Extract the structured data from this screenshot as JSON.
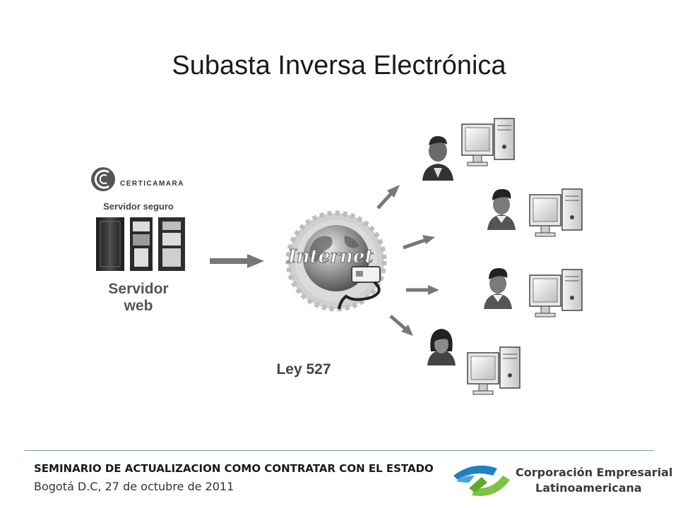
{
  "slide": {
    "title": "Subasta Inversa Electrónica"
  },
  "diagram": {
    "server": {
      "brand": "CERTICAMARA",
      "caption": "Servidor seguro",
      "label_line1": "Servidor",
      "label_line2": "web"
    },
    "internet": {
      "label": "Internet"
    },
    "law": "Ley 527",
    "clients": [
      "user-suit",
      "user-man",
      "user-man-2",
      "user-woman"
    ]
  },
  "footer": {
    "line1": "SEMINARIO DE ACTUALIZACION COMO CONTRATAR CON EL ESTADO",
    "line2": "Bogotá D.C, 27 de octubre de 2011",
    "org_line1": "Corporación Empresarial",
    "org_line2": "Latinoamericana"
  },
  "colors": {
    "arrow": "#777777",
    "logo_blue": "#1d82c4",
    "logo_green": "#7dc242"
  }
}
